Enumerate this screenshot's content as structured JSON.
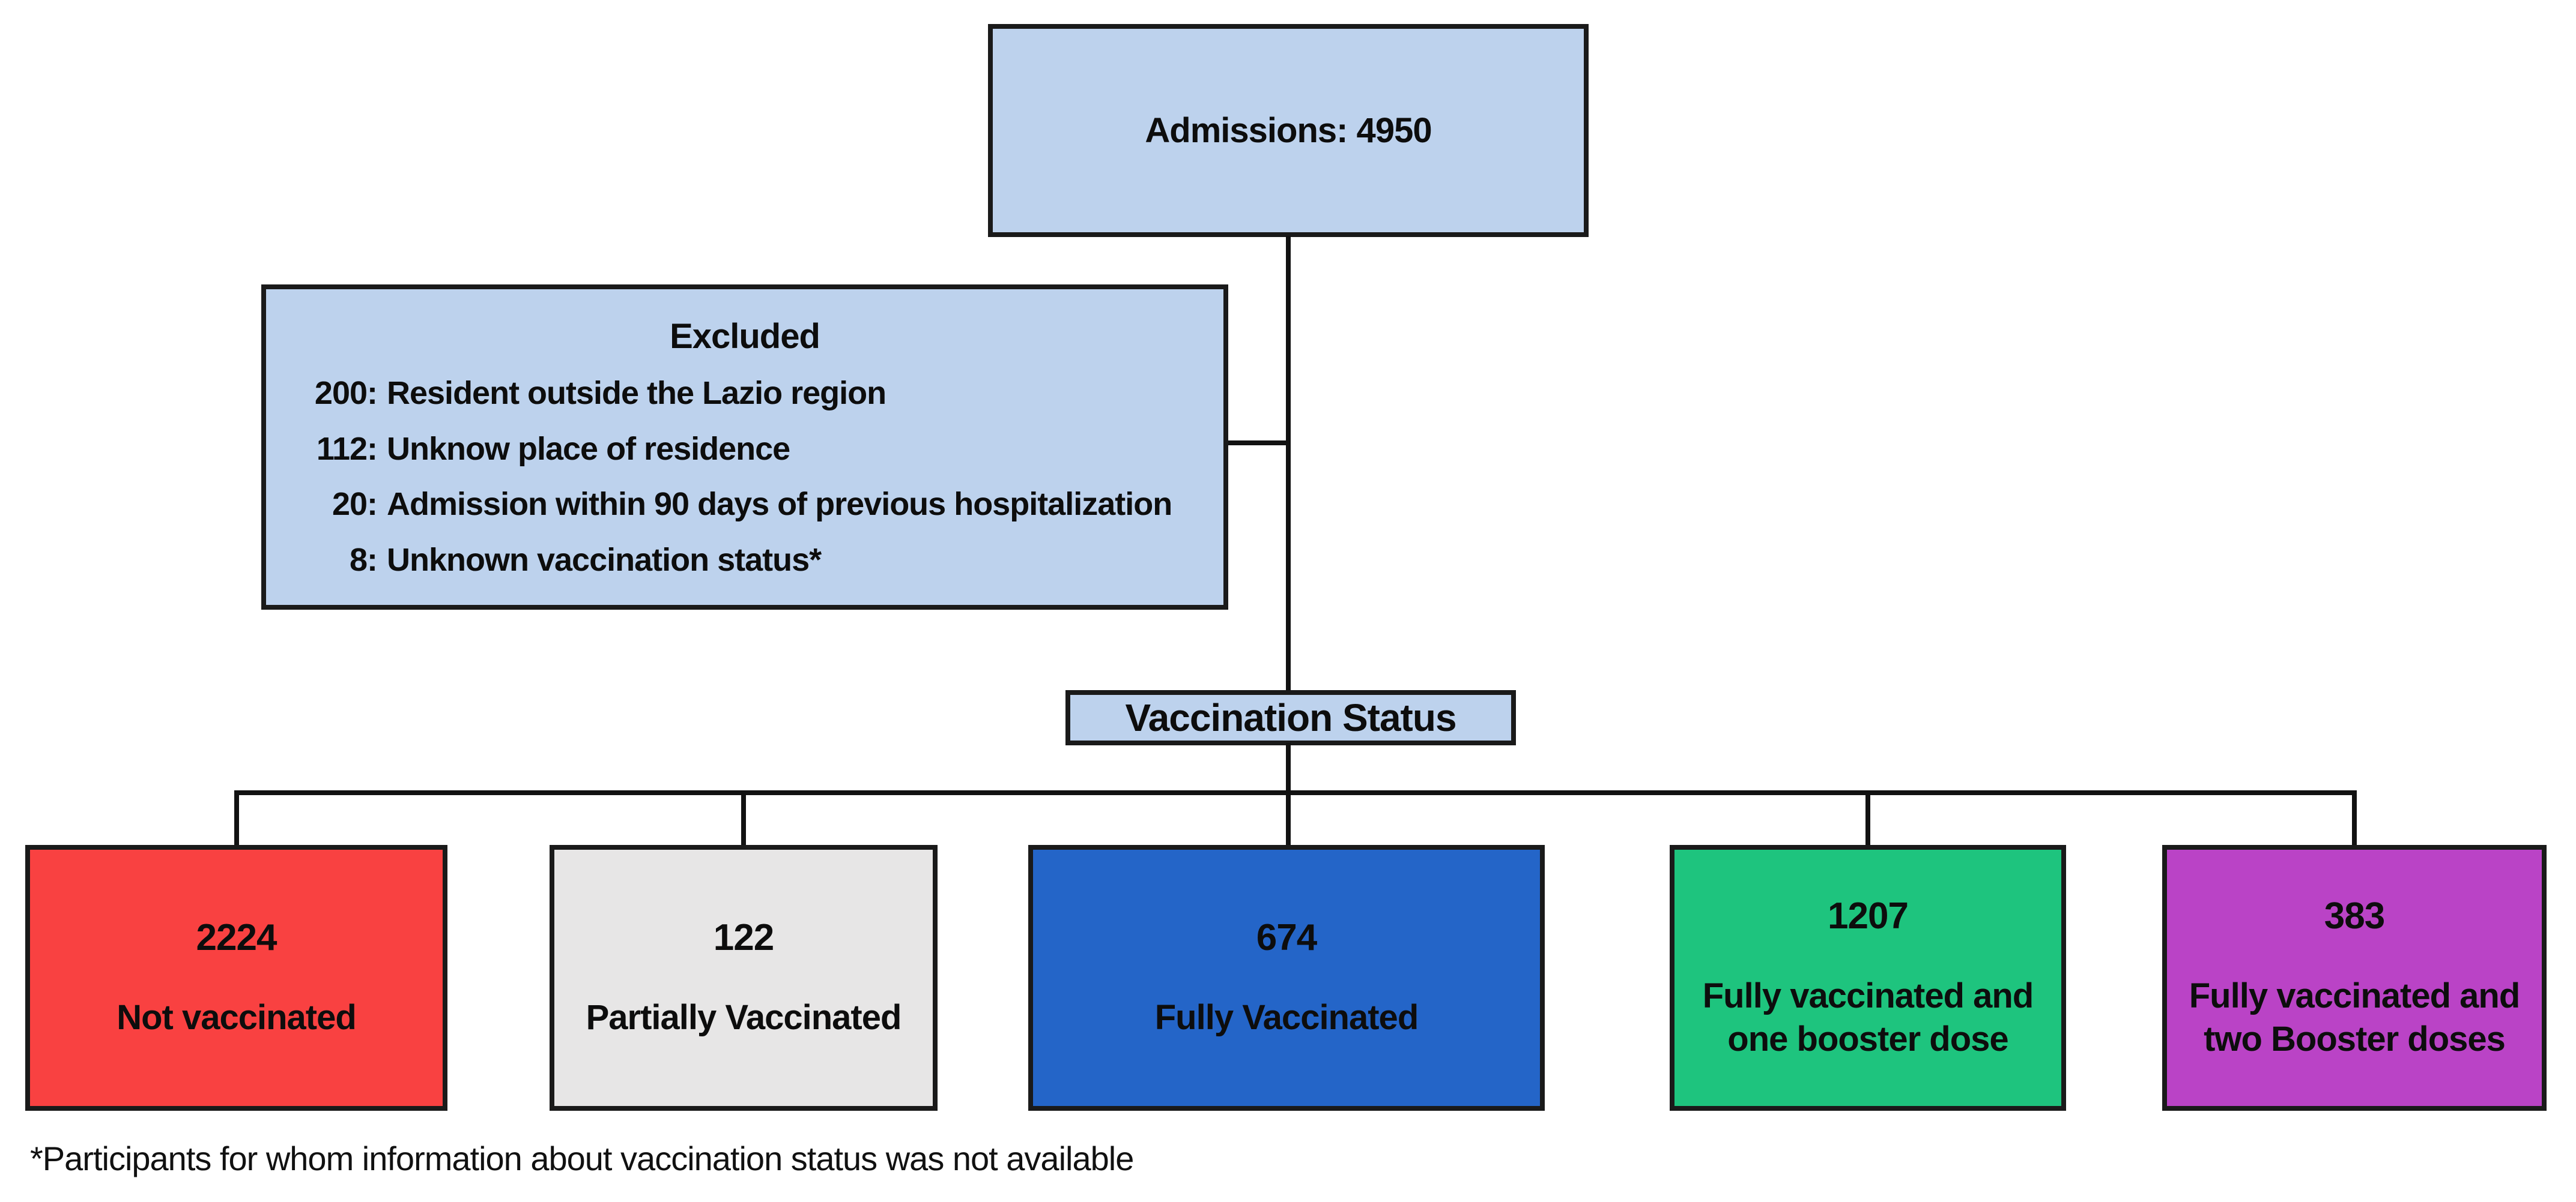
{
  "admissions_box": {
    "label": "Admissions: 4950"
  },
  "excluded_box": {
    "title": "Excluded",
    "items": [
      {
        "num": "200:",
        "text": "Resident outside the Lazio region"
      },
      {
        "num": "112:",
        "text": "Unknow place of residence"
      },
      {
        "num": "20:",
        "text": "Admission within 90 days of previous hospitalization"
      },
      {
        "num": "8:",
        "text": "Unknown vaccination status*"
      }
    ]
  },
  "status_box": {
    "label": "Vaccination Status"
  },
  "outcome_boxes": [
    {
      "count": "2224",
      "label": "Not vaccinated",
      "fill": "#f94141",
      "text_color": "#0d0d0d"
    },
    {
      "count": "122",
      "label": "Partially Vaccinated",
      "fill": "#e7e6e6",
      "text_color": "#0d0d0d"
    },
    {
      "count": "674",
      "label": "Fully Vaccinated",
      "fill": "#2465c8",
      "text_color": "#0d0d0d"
    },
    {
      "count": "1207",
      "label": "Fully vaccinated and\none booster dose",
      "fill": "#1ec47e",
      "text_color": "#0d0d0d"
    },
    {
      "count": "383",
      "label": "Fully vaccinated and\ntwo Booster doses",
      "fill": "#ba43c6",
      "text_color": "#0d0d0d"
    }
  ],
  "footnote": "*Participants for whom information about vaccination status was not available",
  "colors": {
    "node_fill": "#bdd2ed",
    "connector": "#121212",
    "border": "#1a1a1a",
    "background": "#ffffff"
  }
}
